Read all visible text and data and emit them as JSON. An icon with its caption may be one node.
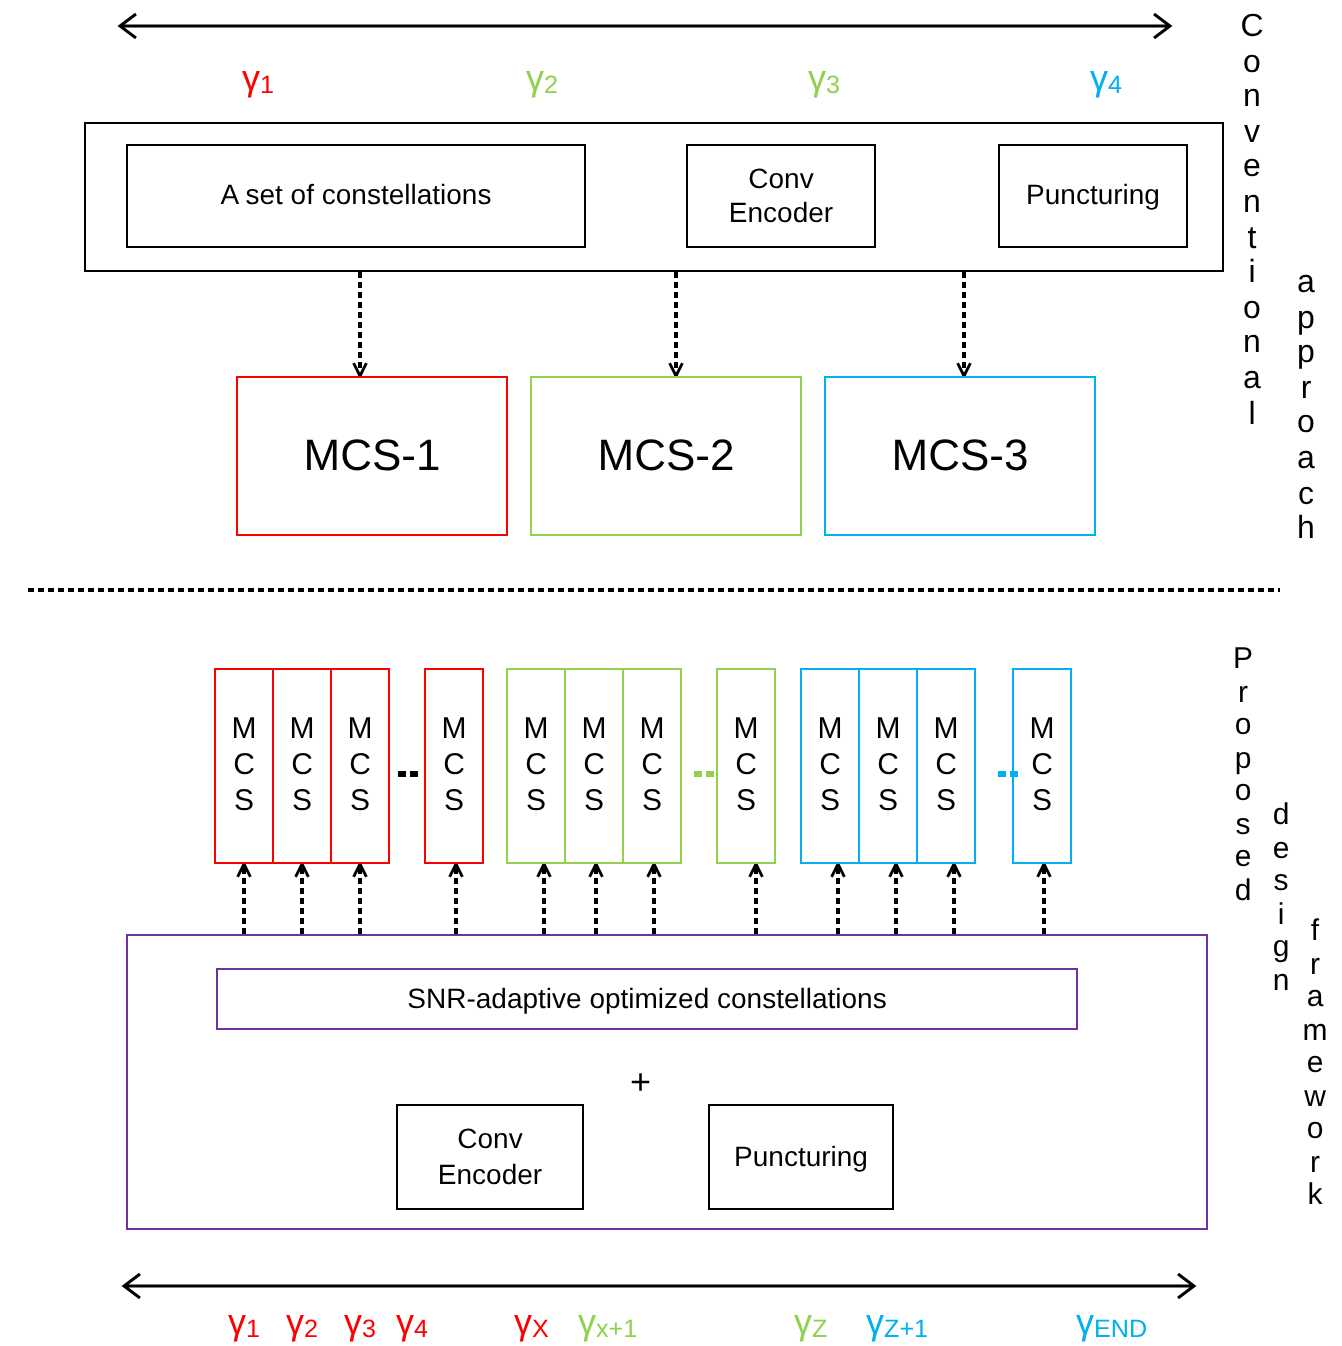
{
  "diagram": {
    "nodes": [
      {
        "text": [],
        "shape": "box"
      },
      {
        "text": [
          "A set of constellations"
        ],
        "in": 0
      },
      {
        "text": [
          "Conv Encoder"
        ],
        "in": 0
      },
      {
        "text": [
          "Puncturing"
        ],
        "in": 0
      },
      {
        "text": [
          "MCS-1"
        ]
      },
      {
        "text": [
          "MCS-2"
        ]
      },
      {
        "text": [
          "MCS-3"
        ]
      },
      {
        "text": [
          "MCS"
        ]
      },
      {
        "text": [
          "MCS"
        ]
      },
      {
        "text": [
          "MCS"
        ]
      },
      {
        "text": [
          "MCS"
        ]
      },
      {
        "text": [
          "MCS"
        ]
      },
      {
        "text": [
          "MCS"
        ]
      },
      {
        "text": [
          "MCS"
        ]
      },
      {
        "text": [
          "MCS"
        ]
      },
      {
        "text": [
          "MCS"
        ]
      },
      {
        "text": [
          "MCS"
        ]
      },
      {
        "text": [
          "MCS"
        ]
      },
      {
        "text": [
          "MCS"
        ]
      },
      {
        "text": [],
        "shape": "box"
      },
      {
        "text": [
          "SNR-adaptive optimized constellations"
        ],
        "in": 19
      },
      {
        "text": [
          "Conv Encoder"
        ],
        "in": 19
      },
      {
        "text": [
          "Puncturing"
        ],
        "in": 19
      }
    ],
    "edges": [
      {
        "from": 0,
        "to": 4,
        "arrow": "to",
        "style": "dashed"
      },
      {
        "from": 0,
        "to": 5,
        "arrow": "to",
        "style": "dashed"
      },
      {
        "from": 0,
        "to": 6,
        "arrow": "to",
        "style": "dashed"
      },
      {
        "from": 19,
        "to": 7,
        "arrow": "to",
        "style": "dashed"
      },
      {
        "from": 19,
        "to": 8,
        "arrow": "to",
        "style": "dashed"
      },
      {
        "from": 19,
        "to": 9,
        "arrow": "to",
        "style": "dashed"
      },
      {
        "from": 19,
        "to": 10,
        "arrow": "to",
        "style": "dashed"
      },
      {
        "from": 19,
        "to": 11,
        "arrow": "to",
        "style": "dashed"
      },
      {
        "from": 19,
        "to": 12,
        "arrow": "to",
        "style": "dashed"
      },
      {
        "from": 19,
        "to": 13,
        "arrow": "to",
        "style": "dashed"
      },
      {
        "from": 19,
        "to": 14,
        "arrow": "to",
        "style": "dashed"
      },
      {
        "from": 19,
        "to": 15,
        "arrow": "to",
        "style": "dashed"
      },
      {
        "from": 19,
        "to": 16,
        "arrow": "to",
        "style": "dashed"
      },
      {
        "from": 19,
        "to": 17,
        "arrow": "to",
        "style": "dashed"
      },
      {
        "from": 19,
        "to": 18,
        "arrow": "to",
        "style": "dashed"
      }
    ],
    "labels": [
      "γ$_{1}$",
      "γ$_{2}$",
      "γ$_{3}$",
      "γ$_{4}$",
      "Conventional",
      "approach",
      "Proposed",
      "design",
      "framework",
      "+",
      "γ$_{1}$",
      "γ$_{2}$",
      "γ$_{3}$",
      "γ$_{4}$",
      "γ$_{X}$",
      "γ$_{x+1}$",
      "γ$_{Z}$",
      "γ$_{Z+1}$",
      "γ$_{END}$"
    ]
  }
}
